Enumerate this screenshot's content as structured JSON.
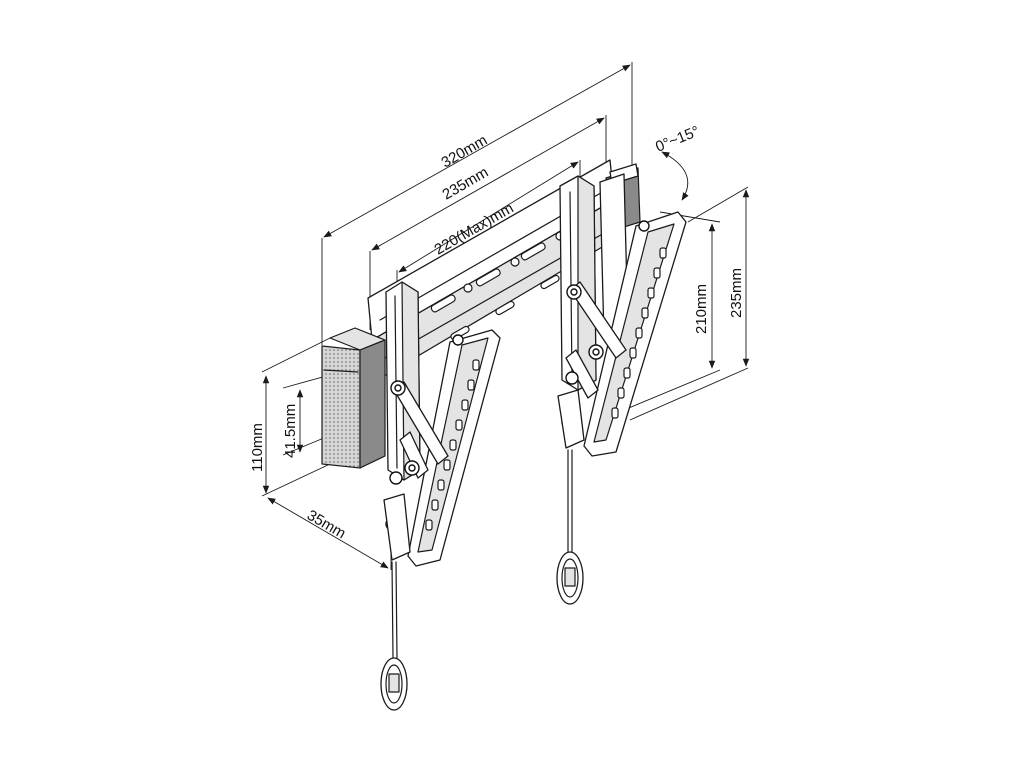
{
  "dimensions": {
    "width_overall": "320mm",
    "width_mid": "235mm",
    "width_max": "220(Max)mm",
    "tilt": "0°~15°",
    "height_210": "210mm",
    "height_235": "235mm",
    "height_110": "110mm",
    "height_41": "41.5mm",
    "depth": "35mm"
  },
  "colors": {
    "line": "#1a1a1a",
    "background": "#ffffff",
    "shade": "#e4e4e4",
    "dark_shade": "#8a8a8a"
  }
}
